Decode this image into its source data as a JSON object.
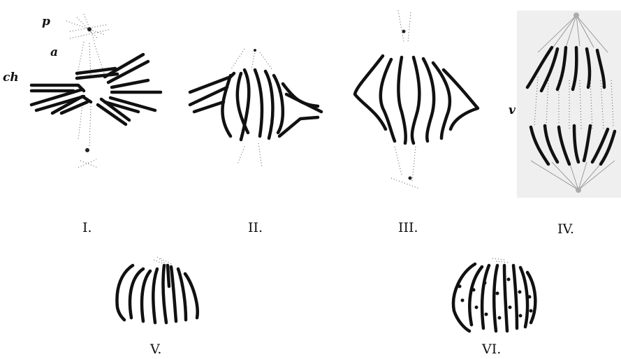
{
  "figures": [
    {
      "id": "I",
      "label": "I."
    },
    {
      "id": "II",
      "label": "II."
    },
    {
      "id": "III",
      "label": "III."
    },
    {
      "id": "IV",
      "label": "IV."
    },
    {
      "id": "V",
      "label": "V."
    },
    {
      "id": "VI",
      "label": "VI."
    }
  ],
  "annotations": {
    "p": "p",
    "a": "a",
    "ch": "ch",
    "v": "v"
  }
}
